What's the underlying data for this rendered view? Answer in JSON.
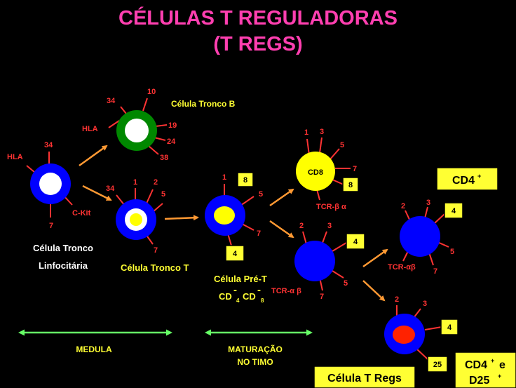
{
  "title_line1": "CÉLULAS T REGULADORAS",
  "title_line2": "(T REGS)",
  "cells": {
    "stem_cell": {
      "label_1": "Célula Tronco",
      "label_2": "Linfocitária",
      "marker_hla": "HLA",
      "marker_34": "34",
      "marker_ckit": "C-Kit",
      "marker_7": "7"
    },
    "b_stem_cell": {
      "label": "Célula Tronco B",
      "marker_hla": "HLA",
      "marker_34": "34",
      "marker_10": "10",
      "marker_19": "19",
      "marker_24": "24",
      "marker_38": "38"
    },
    "t_stem_cell": {
      "label": "Célula Tronco T",
      "marker_34": "34",
      "marker_1": "1",
      "marker_2": "2",
      "marker_5": "5",
      "marker_7": "7"
    },
    "pre_t_cell": {
      "label": "Célula Pré-T",
      "cd_text": "CD",
      "sub_4": "4",
      "sub_8": "8",
      "minus": "-",
      "marker_1": "1",
      "marker_5": "5",
      "marker_7": "7",
      "box_8": "8",
      "box_4": "4",
      "tcr": "TCR-α β"
    },
    "cd8_cell": {
      "center_label": "CD8",
      "marker_1": "1",
      "marker_3": "3",
      "marker_5": "5",
      "marker_7": "7",
      "box_8": "8",
      "tcr": "TCR-β α"
    },
    "cd4_cell_mid": {
      "marker_2": "2",
      "marker_3": "3",
      "marker_5": "5",
      "marker_7": "7",
      "box_4": "4"
    },
    "cd4_cell_right": {
      "marker_2": "2",
      "marker_3": "3",
      "marker_5": "5",
      "marker_7": "7",
      "box_4": "4",
      "tcr": "TCR-αβ"
    },
    "treg_cell": {
      "marker_2": "2",
      "marker_3": "3",
      "box_4": "4",
      "box_25": "25"
    }
  },
  "boxes": {
    "cd4_label": "CD4",
    "cd4_sup": "+",
    "cd4_cd25_line1": "CD4",
    "cd4_cd25_sup": "+",
    "cd4_cd25_e": "e",
    "cd4_cd25_line2": "D25",
    "cd4_cd25_sup2": "+",
    "treg_label": "Célula T Regs"
  },
  "regions": {
    "medula": "MEDULA",
    "maturacao_1": "MATURAÇÃO",
    "maturacao_2": "NO TIMO"
  },
  "colors": {
    "title": "#ff3fb0",
    "cell_blue": "#0000ff",
    "cell_green": "#008800",
    "nucleus_yellow": "#ffff00",
    "nucleus_red": "#ff2200",
    "marker_red": "#ff3333",
    "label_yellow": "#ffff33",
    "arrow_orange": "#ff9933",
    "arrow_green": "#66ff66"
  }
}
